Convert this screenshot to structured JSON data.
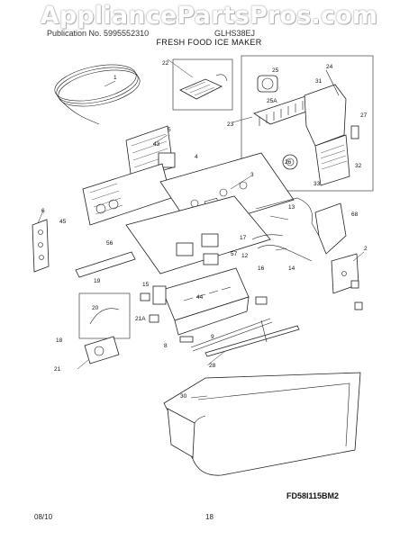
{
  "watermark": "AppliancePartsPros.com",
  "header": {
    "publication": "Publication No. 5995552310",
    "model": "GLHS38EJ",
    "title": "FRESH FOOD ICE MAKER"
  },
  "diagram_code": "FD58I115BM2",
  "footer": {
    "date": "08/10",
    "page": "18"
  },
  "callouts": [
    "1",
    "2",
    "3",
    "4",
    "5",
    "6",
    "8",
    "9",
    "12",
    "13",
    "14",
    "15",
    "16",
    "17",
    "18",
    "19",
    "20",
    "21",
    "21A",
    "22",
    "23",
    "24",
    "25",
    "25A",
    "26",
    "27",
    "28",
    "30",
    "31",
    "32",
    "33",
    "43",
    "44",
    "45",
    "56",
    "57",
    "68"
  ]
}
